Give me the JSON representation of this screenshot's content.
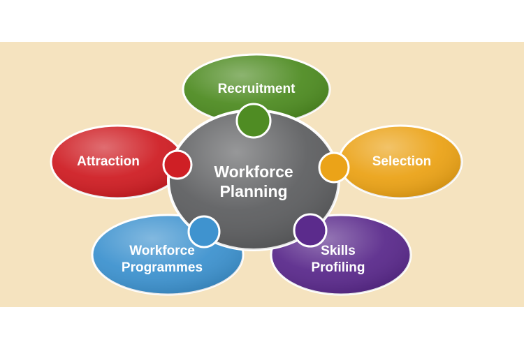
{
  "colors": {
    "background": "#f5e3bf",
    "center": "#5f6062",
    "recruitment": "#4f8c23",
    "attraction": "#cf1f25",
    "selection": "#eba318",
    "skills_profiling": "#5b2b8c",
    "workforce_programmes": "#3f93cf"
  },
  "center": {
    "line1": "Workforce",
    "line2": "Planning"
  },
  "petals": {
    "recruitment": {
      "line1": "Recruitment"
    },
    "attraction": {
      "line1": "Attraction"
    },
    "selection": {
      "line1": "Selection"
    },
    "skills_profiling": {
      "line1": "Skills",
      "line2": "Profiling"
    },
    "workforce_programmes": {
      "line1": "Workforce",
      "line2": "Programmes"
    }
  }
}
